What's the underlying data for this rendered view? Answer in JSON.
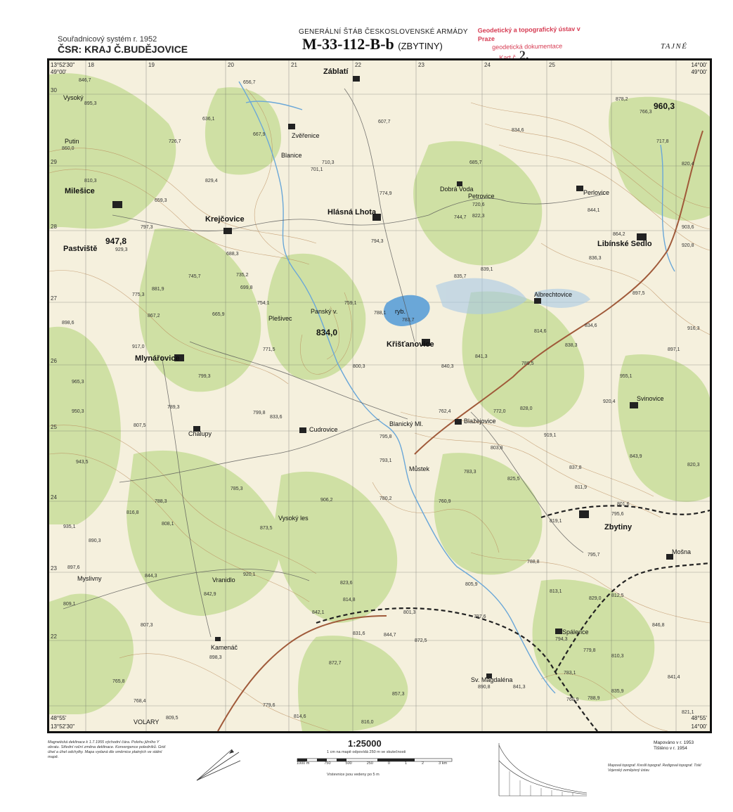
{
  "header": {
    "coord_system": "Souřadnicový systém r. 1952",
    "region": "ČSR: KRAJ Č.BUDĚJOVICE",
    "staff": "GENERÁLNÍ ŠTÁB ČESKOSLOVENSKÉ ARMÁDY",
    "sheet_code": "M-33-112-B-b",
    "sheet_name": "(ZBYTINY)",
    "stamp_line1": "Geodetický a topografický ústav v Praze",
    "stamp_line2": "geodetická dokumentace",
    "stamp_number": "2.",
    "classification": "TAJNÉ"
  },
  "corners": {
    "tl": "13°52'30\"",
    "tl2": "49°00'",
    "tr": "14°00'",
    "tr2": "49°00'",
    "bl": "13°52'30\"",
    "bl2": "48°55'",
    "br": "14°00'",
    "br2": "48°55'"
  },
  "grid_top": [
    "18",
    "19",
    "20",
    "21",
    "22",
    "23",
    "24",
    "25"
  ],
  "grid_left": [
    "30",
    "29",
    "28",
    "27",
    "26",
    "25",
    "24",
    "23",
    "22"
  ],
  "places": {
    "zablati": "Záblatí",
    "vysoky": "Vysoký",
    "putin": "Putin",
    "milesice": "Milešice",
    "pastviste": "Pastviště",
    "krejcovice": "Krejčovice",
    "zverenice": "Zvěřenice",
    "hlasna": "Hlásná Lhota",
    "dobra": "Dobrá Voda",
    "petrovice": "Petrovice",
    "perlovice": "Perlovice",
    "libinske": "Libínské Sedlo",
    "albrechtovice": "Albrechtovice",
    "plesivec": "Plešivec",
    "pansky": "Panský v.",
    "kristanovice": "Křišťanovice",
    "mlynarovice": "Mlynářovice",
    "svinovice": "Svinovice",
    "chalupy": "Chalupy",
    "cudrovice": "Cudrovice",
    "blanicky": "Blanický Ml.",
    "blazejovice": "Blažejovice",
    "mustek": "Můstek",
    "vysoky_les": "Vysoký les",
    "zbytiny": "Zbytiny",
    "mosna": "Mošna",
    "myslivny": "Myslivny",
    "vranidla": "Vranidlo",
    "spalence": "Spálence",
    "kamenac": "Kamenáč",
    "magdalena": "Sv. Magdaléna",
    "ryb": "ryb.",
    "voldrich": "VOLARY",
    "blanice": "Blanice"
  },
  "elevations": {
    "e1": "846,7",
    "e2": "895,3",
    "e3": "860,0",
    "e4": "810,3",
    "e5": "947,8",
    "e6": "929,3",
    "e7": "656,7",
    "e8": "636,1",
    "e9": "667,9",
    "e10": "726,7",
    "e11": "829,4",
    "e12": "659,3",
    "e13": "797,3",
    "e14": "688,3",
    "e15": "745,7",
    "e16": "775,3",
    "e17": "881,9",
    "e18": "867,2",
    "e19": "898,6",
    "e20": "917,0",
    "e21": "965,3",
    "e22": "950,3",
    "e23": "943,5",
    "e24": "607,7",
    "e25": "710,3",
    "e26": "701,1",
    "e27": "774,9",
    "e28": "744,7",
    "e29": "794,3",
    "e30": "735,2",
    "e31": "699,8",
    "e32": "754,1",
    "e33": "665,9",
    "e34": "771,5",
    "e35": "834,0",
    "e36": "759,1",
    "e37": "788,1",
    "e38": "783,7",
    "e39": "960,3",
    "e40": "878,2",
    "e41": "834,6",
    "e42": "685,7",
    "e43": "720,6",
    "e44": "822,3",
    "e45": "835,7",
    "e46": "839,1",
    "e47": "766,3",
    "e48": "717,8",
    "e49": "820,4",
    "e50": "844,1",
    "e51": "903,6",
    "e52": "864,2",
    "e53": "920,8",
    "e54": "836,3",
    "e55": "897,5",
    "e56": "814,6",
    "e57": "834,6",
    "e58": "916,3",
    "e59": "897,1",
    "e60": "838,3",
    "e61": "841,3",
    "e62": "789,5",
    "e63": "840,3",
    "e64": "800,3",
    "e65": "799,3",
    "e66": "789,3",
    "e67": "807,5",
    "e68": "833,6",
    "e69": "799,8",
    "e70": "762,4",
    "e71": "772,0",
    "e72": "828,0",
    "e73": "955,1",
    "e74": "920,4",
    "e75": "919,1",
    "e76": "803,8",
    "e77": "825,5",
    "e78": "793,1",
    "e79": "795,8",
    "e80": "783,3",
    "e81": "837,8",
    "e82": "811,9",
    "e83": "801,6",
    "e84": "788,3",
    "e85": "808,1",
    "e86": "816,8",
    "e87": "935,1",
    "e88": "890,3",
    "e89": "897,6",
    "e90": "844,3",
    "e91": "906,2",
    "e92": "873,5",
    "e93": "780,2",
    "e94": "760,9",
    "e95": "819,1",
    "e96": "788,8",
    "e97": "795,7",
    "e98": "813,1",
    "e99": "829,0",
    "e100": "812,5",
    "e101": "846,8",
    "e102": "842,9",
    "e103": "920,1",
    "e104": "823,6",
    "e105": "814,8",
    "e106": "805,9",
    "e107": "801,3",
    "e108": "797,6",
    "e109": "788,9",
    "e110": "872,5",
    "e111": "809,1",
    "e112": "807,3",
    "e113": "898,3",
    "e114": "765,8",
    "e115": "768,4",
    "e116": "809,5",
    "e117": "779,6",
    "e118": "814,6",
    "e119": "816,0",
    "e120": "857,3",
    "e121": "890,8",
    "e122": "841,3",
    "e123": "785,3",
    "e124": "872,7",
    "e125": "844,7",
    "e126": "831,6",
    "e127": "794,3",
    "e128": "779,8",
    "e129": "810,3",
    "e130": "783,1",
    "e131": "835,9",
    "e132": "821,1",
    "e133": "841,4",
    "e134": "768,9",
    "e135": "843,9",
    "e136": "820,3",
    "e137": "795,6",
    "e138": "842,1"
  },
  "footer": {
    "notes": "Magnetická deklinace k 1.7.1955 východní čára. Polohu jižního Y obratu. Střední roční změna deklinace. Konvergence poledníků. Grid úhel a úhel odchylky. Mapa vydaná dle směrnice platných ve státní mapě.",
    "scale": "1:25000",
    "scale_sub": "1 cm na mapě odpovídá 250 m ve skutečnosti",
    "scale_ticks": [
      "1000 m",
      "750",
      "500",
      "250",
      "0",
      "1",
      "2",
      "3 km"
    ],
    "contour_note": "Vrstevnice jsou vedeny po 5 m",
    "edition_1": "Mapováno v r. 1953",
    "edition_2": "Tištěno v r. 1954",
    "credits": "Mapoval topograf. Kreslil topograf. Redigoval topograf. Tiskl Vojenský zeměpisný ústav."
  },
  "colors": {
    "forest": "#cfe0a4",
    "open": "#f5f0dd",
    "water": "#6aa7d8",
    "road": "#a05a3a",
    "contour": "#b98a5a"
  }
}
